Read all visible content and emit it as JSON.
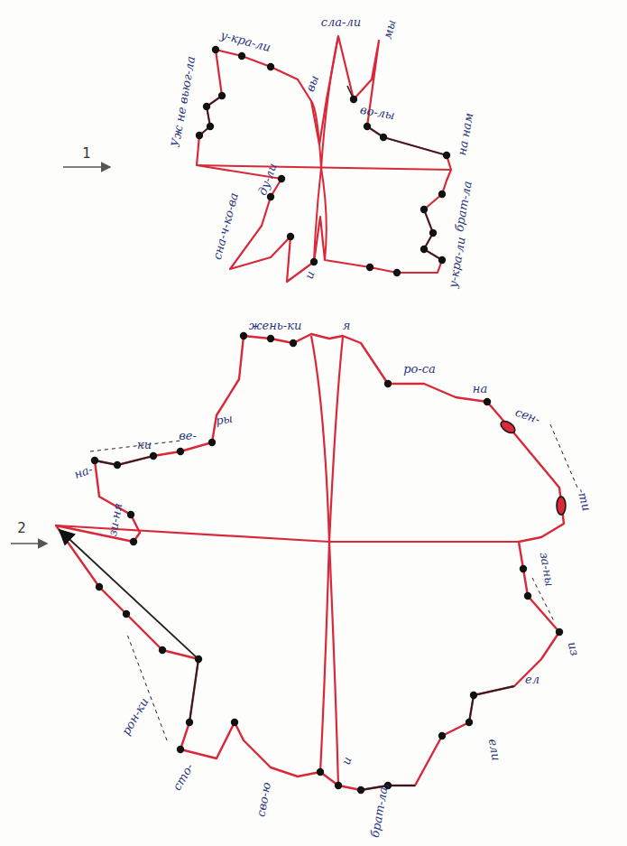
{
  "diagram": {
    "labels": [
      "Уж не вьюг-ла",
      "у-кра-ли",
      "вы",
      "сла-ли",
      "мы",
      "во-лы",
      "на нам",
      "брат-ла",
      "у-кра-ли",
      "и",
      "сна-ч-ко-ва",
      "ду-ли",
      "жень-ки",
      "я",
      "ро-са",
      "на",
      "сен-",
      "-ти",
      "за-ны",
      "из",
      "ел",
      "ели",
      "брат-ла,",
      "и",
      "сво-ю",
      "сто-",
      "рон-ки",
      "зи-ня",
      "на-",
      "ки",
      "ве-",
      "ры",
      "1",
      "2"
    ]
  }
}
